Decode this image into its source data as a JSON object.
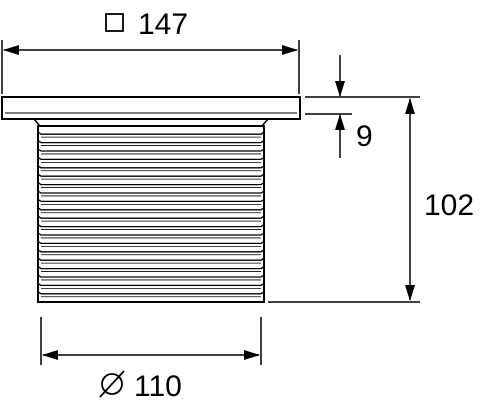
{
  "dimensions": {
    "top_width": {
      "symbol": "□",
      "value": "147"
    },
    "plate_thickness": {
      "value": "9"
    },
    "total_height": {
      "value": "102"
    },
    "thread_diameter": {
      "symbol": "⌀",
      "value": "110"
    }
  },
  "thread": {
    "ridge_count": 20
  },
  "colors": {
    "line": "#000000",
    "background": "#ffffff"
  }
}
